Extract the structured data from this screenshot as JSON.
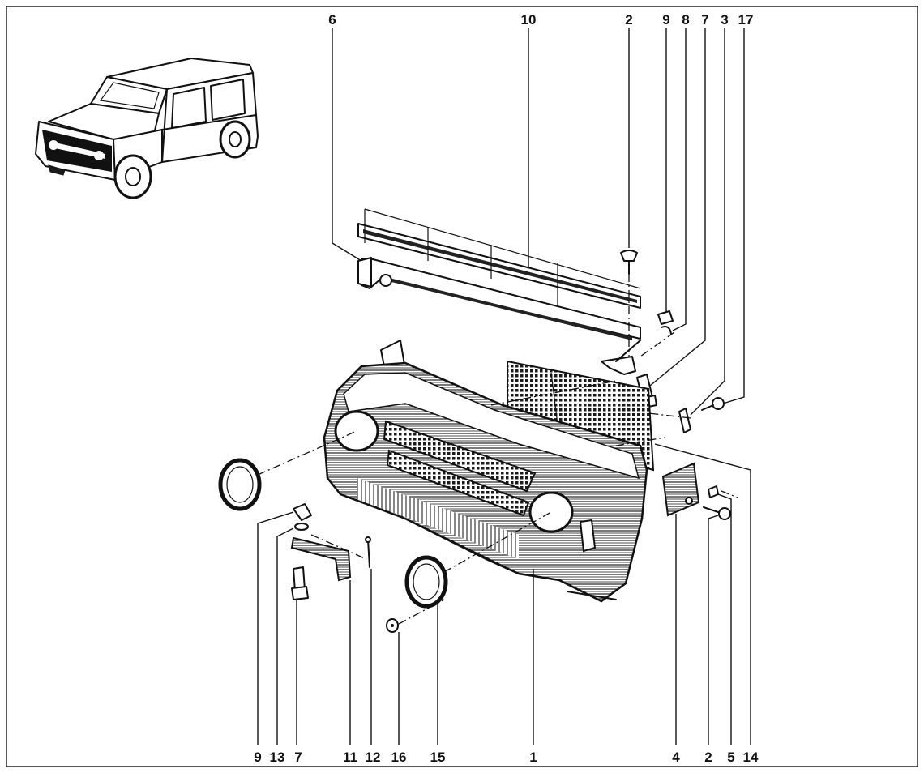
{
  "callouts": {
    "top": [
      "6",
      "10",
      "2",
      "9",
      "8",
      "7",
      "3",
      "17"
    ],
    "bottom": [
      "9",
      "13",
      "7",
      "11",
      "12",
      "16",
      "15",
      "1",
      "4",
      "2",
      "5",
      "14"
    ]
  }
}
